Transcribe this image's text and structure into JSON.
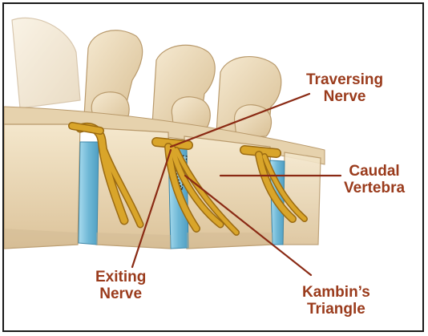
{
  "labels": {
    "traversing_nerve": {
      "line1": "Traversing",
      "line2": "Nerve"
    },
    "caudal_vertebra": {
      "line1": "Caudal",
      "line2": "Vertebra"
    },
    "exiting_nerve": {
      "line1": "Exiting",
      "line2": "Nerve"
    },
    "kambins_triangle": {
      "line1": "Kambin’s",
      "line2": "Triangle"
    }
  },
  "colors": {
    "label_text": "#9a3b1c",
    "leader_line": "#8a2a14",
    "nerve": "#d9a52a",
    "nerve_outline": "#9a6a12",
    "disc": "#7ec3de",
    "bone": "#eedcbc",
    "bone_shadow": "#cdb58f",
    "frame": "#1a1a1a"
  },
  "icons": {
    "spine": "lumbar-spine-illustration"
  }
}
